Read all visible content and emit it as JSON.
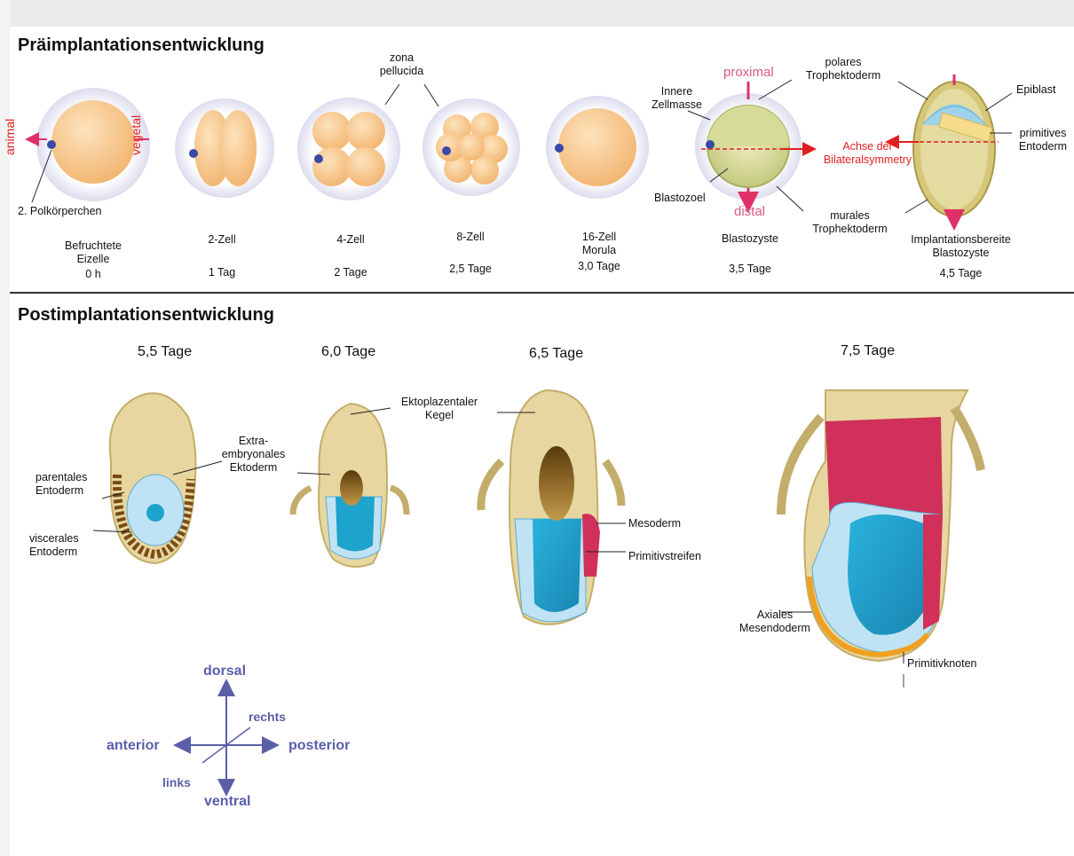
{
  "pre": {
    "title": "Präimplantationsentwicklung",
    "zona": "zona\npellucida",
    "polkorper": "2. Polkörperchen",
    "animal": "animal",
    "vegetal": "vegetal",
    "proximal": "proximal",
    "distal": "distal",
    "innere": "Innere\nZellmasse",
    "polares": "polares\nTrophektoderm",
    "murales": "murales\nTrophektoderm",
    "blastozoel": "Blastozoel",
    "achse": "Achse der\nBilateralsymmetry",
    "epiblast": "Epiblast",
    "primitives": "primitives\nEntoderm",
    "stages": [
      {
        "name": "Befruchtete\nEizelle",
        "time": "0 h"
      },
      {
        "name": "2-Zell",
        "time": "1 Tag"
      },
      {
        "name": "4-Zell",
        "time": "2 Tage"
      },
      {
        "name": "8-Zell",
        "time": "2,5 Tage"
      },
      {
        "name": "16-Zell\nMorula",
        "time": "3,0 Tage"
      },
      {
        "name": "Blastozyste",
        "time": "3,5 Tage"
      },
      {
        "name": "Implantationsbereite\nBlastozyste",
        "time": "4,5 Tage"
      }
    ]
  },
  "post": {
    "title": "Postimplantationsentwicklung",
    "times": [
      "5,5 Tage",
      "6,0 Tage",
      "6,5 Tage",
      "7,5 Tage"
    ],
    "parentales": "parentales\nEntoderm",
    "visceral": "viscerales\nEntoderm",
    "extra": "Extra-\nembryonales\nEktoderm",
    "ekto": "Ektoplazentaler\nKegel",
    "mesoderm": "Mesoderm",
    "primstreifen": "Primitivstreifen",
    "axiales": "Axiales\nMesendoderm",
    "primknoten": "Primitivknoten"
  },
  "axes": {
    "dorsal": "dorsal",
    "ventral": "ventral",
    "anterior": "anterior",
    "posterior": "posterior",
    "rechts": "rechts",
    "links": "links"
  },
  "colors": {
    "cell": "#f7c98c",
    "cellEdge": "#e8ab63",
    "zona": "#e6e6f2",
    "polar": "#3a4aa8",
    "arrow": "#e0306a",
    "embryoTan": "#e7d6a0",
    "blue": "#1ea3cc",
    "lightBlue": "#bfe3f4",
    "brown": "#8b5a14",
    "crimson": "#d0305a",
    "axisBlue": "#5a5fa8"
  }
}
